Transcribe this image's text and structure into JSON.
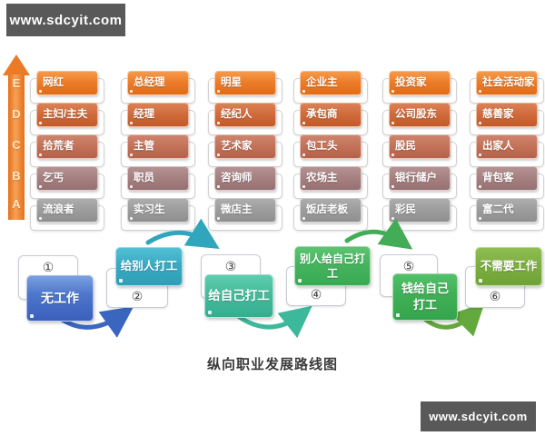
{
  "watermarks": {
    "top_left": "www.sdcyit.com",
    "bottom_right": "www.sdcyit.com"
  },
  "ladder": {
    "letters": [
      "E",
      "D",
      "C",
      "B",
      "A"
    ],
    "columns": [
      [
        "网红",
        "主妇/主夫",
        "拾荒者",
        "乞丐",
        "流浪者"
      ],
      [
        "总经理",
        "经理",
        "主管",
        "职员",
        "实习生"
      ],
      [
        "明星",
        "经纪人",
        "艺术家",
        "咨询师",
        "微店主"
      ],
      [
        "企业主",
        "承包商",
        "包工头",
        "农场主",
        "饭店老板"
      ],
      [
        "投资家",
        "公司股东",
        "股民",
        "银行储户",
        "彩民"
      ],
      [
        "社会活动家",
        "慈善家",
        "出家人",
        "背包客",
        "富二代"
      ]
    ],
    "row_colors": [
      "#ED7D2B",
      "#CF6A3A",
      "#C27257",
      "#A67F80",
      "#9C9C9C"
    ],
    "arrow_color": "#EC7A26"
  },
  "flow": {
    "items": [
      {
        "num": "①",
        "label": "无工作",
        "color": "#4E77CC"
      },
      {
        "num": "②",
        "label": "给别人打工",
        "color": "#3AAAC2"
      },
      {
        "num": "③",
        "label": "给自己打工",
        "color": "#46BB9C"
      },
      {
        "num": "④",
        "label": "别人给自己打工",
        "color": "#46B45F"
      },
      {
        "num": "⑤",
        "label": "钱给自己打工",
        "color": "#40AF56"
      },
      {
        "num": "⑥",
        "label": "不需要工作",
        "color": "#7DAF40"
      }
    ]
  },
  "caption": {
    "text": "纵向职业发展路线图"
  }
}
